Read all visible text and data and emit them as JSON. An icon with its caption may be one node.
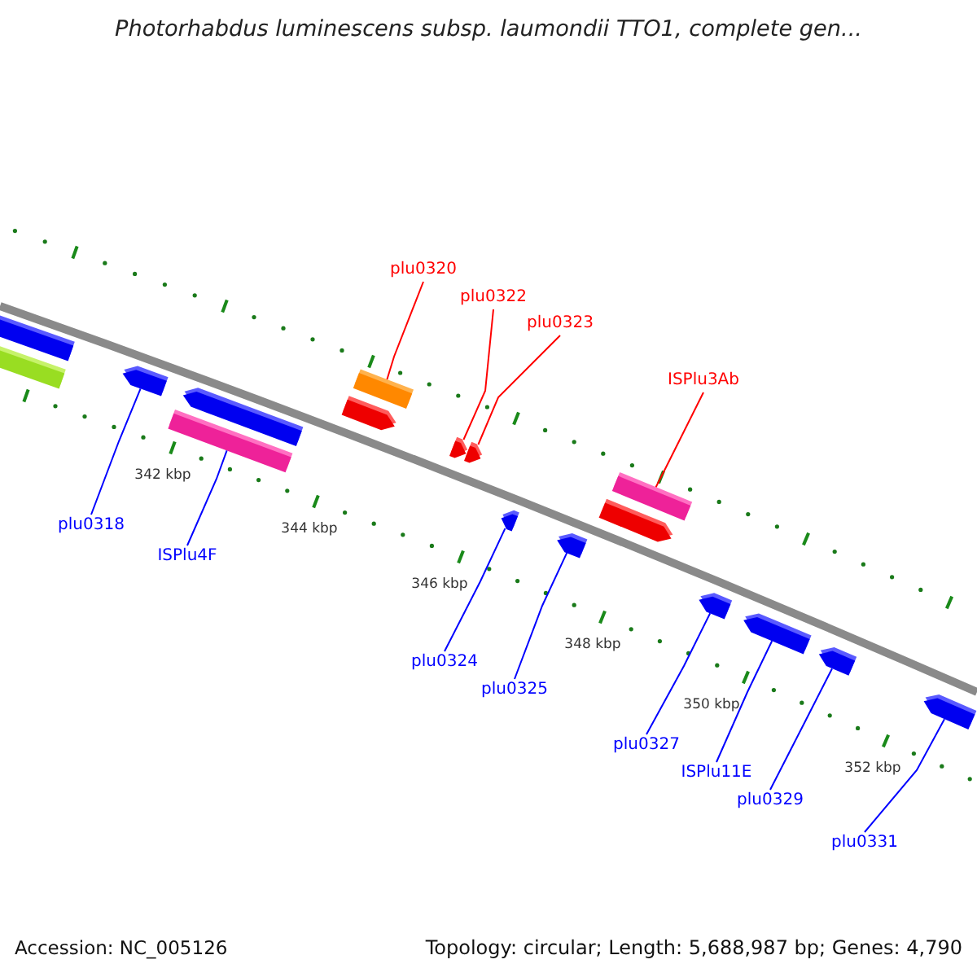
{
  "diagram": {
    "title": "Photorhabdus luminescens subsp. laumondii TTO1, complete gen...",
    "nodes": [
      {
        "text": [
          "plu0320"
        ]
      },
      {
        "text": [
          "plu0322"
        ]
      },
      {
        "text": [
          "plu0323"
        ]
      },
      {
        "text": [
          "ISPlu3Ab"
        ]
      },
      {
        "text": [
          "plu0318"
        ]
      },
      {
        "text": [
          "ISPlu4F"
        ]
      },
      {
        "text": [
          "plu0324"
        ]
      },
      {
        "text": [
          "plu0325"
        ]
      },
      {
        "text": [
          "plu0327"
        ]
      },
      {
        "text": [
          "ISPlu11E"
        ]
      },
      {
        "text": [
          "plu0329"
        ]
      },
      {
        "text": [
          "plu0331"
        ]
      },
      {
        "text": [],
        "shape": "bar"
      },
      {
        "text": [],
        "shape": "bar"
      },
      {
        "text": [],
        "shape": "pentagon"
      },
      {
        "text": [],
        "shape": "pentagon"
      },
      {
        "text": [],
        "shape": "bar"
      },
      {
        "text": [],
        "shape": "bar"
      },
      {
        "text": [],
        "shape": "pentagon"
      },
      {
        "text": [],
        "shape": "pentagon"
      },
      {
        "text": [],
        "shape": "pentagon"
      },
      {
        "text": [],
        "shape": "bar"
      },
      {
        "text": [],
        "shape": "pentagon"
      },
      {
        "text": [],
        "shape": "pentagon"
      },
      {
        "text": [],
        "shape": "pentagon"
      },
      {
        "text": [],
        "shape": "pentagon"
      },
      {
        "text": [],
        "shape": "pentagon"
      },
      {
        "text": [],
        "shape": "pentagon"
      },
      {
        "text": [],
        "shape": "pentagon"
      }
    ],
    "edges": [
      {
        "from": 0,
        "to": 17,
        "arrow": "none",
        "color": "#ff0000"
      },
      {
        "from": 1,
        "to": 19,
        "arrow": "none",
        "color": "#ff0000"
      },
      {
        "from": 2,
        "to": 20,
        "arrow": "none",
        "color": "#ff0000"
      },
      {
        "from": 3,
        "to": 21,
        "arrow": "none",
        "color": "#ff0000"
      },
      {
        "from": 4,
        "to": 14,
        "arrow": "none"
      },
      {
        "from": 5,
        "to": 16,
        "arrow": "none"
      },
      {
        "from": 6,
        "to": 23,
        "arrow": "none"
      },
      {
        "from": 7,
        "to": 24,
        "arrow": "none"
      },
      {
        "from": 8,
        "to": 25,
        "arrow": "none"
      },
      {
        "from": 9,
        "to": 26,
        "arrow": "none"
      },
      {
        "from": 10,
        "to": 27,
        "arrow": "none"
      },
      {
        "from": 11,
        "to": 28,
        "arrow": "none"
      }
    ],
    "labels": [
      "342 kbp",
      "344 kbp",
      "346 kbp",
      "348 kbp",
      "350 kbp",
      "352 kbp",
      "Accession: NC_005126",
      "Topology: circular; Length: 5,688,987 bp; Genes: 4,790"
    ]
  }
}
